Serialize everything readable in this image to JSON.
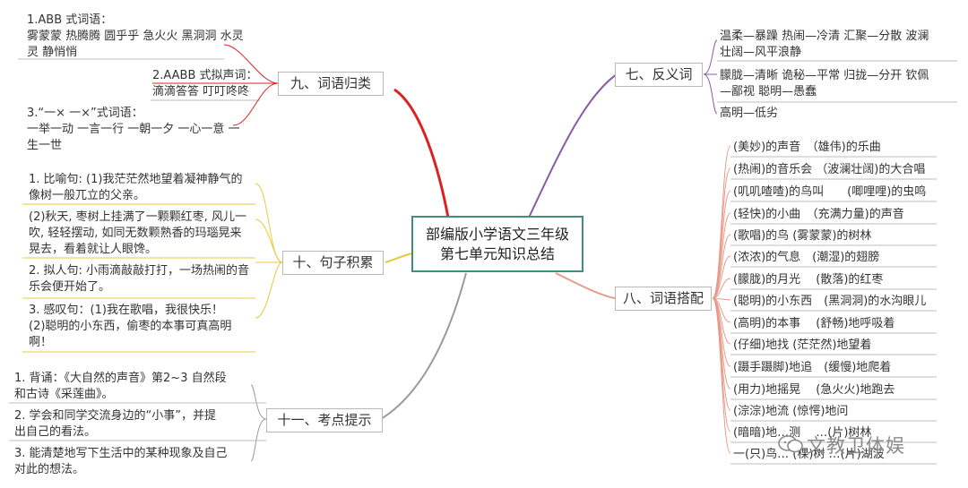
{
  "central_topic": {
    "line1": "部编版小学语文三年级",
    "line2": "第七单元知识总结"
  },
  "branches": {
    "b9": {
      "label": "九、词语归类",
      "items": [
        [
          "1.ABB 式词语：",
          "雾蒙蒙 热腾腾 圆乎乎 急火火 黑洞洞 水灵",
          "灵 静悄悄"
        ],
        [
          "2.AABB 式拟声词：",
          "滴滴答答 叮叮咚咚"
        ],
        [
          "3.“一× 一×”式词语：",
          "一举一动 一言一行 一朝一夕 一心一意 一",
          "生一世"
        ]
      ]
    },
    "b10": {
      "label": "十、句子积累",
      "items": [
        [
          "1. 比喻句: (1)我茫茫然地望着凝神静气的",
          "像树一般兀立的父亲。"
        ],
        [
          "(2)秋天, 枣树上挂满了一颗颗红枣, 风儿一",
          "吹, 轻轻摆动, 如同无数颗熟香的玛瑙晃来",
          "晃去，看着就让人眼馋。"
        ],
        [
          "2. 拟人句: 小雨滴敲敲打打，一场热闹的音",
          "乐会便开始了。"
        ],
        [
          "3. 感叹句：(1)我在歌唱，我很快乐！",
          "(2)聪明的小东西，偷枣的本事可真高明",
          "啊！"
        ]
      ]
    },
    "b11": {
      "label": "十一、考点提示",
      "items": [
        [
          "1. 背诵：《大自然的声音》第2~3 自然段",
          "和古诗《采莲曲》。"
        ],
        [
          "2. 学会和同学交流身边的“小事”，并提",
          "出自己的看法。"
        ],
        [
          "3. 能清楚地写下生活中的某种现象及自己",
          "对此的想法。"
        ]
      ]
    },
    "b7": {
      "label": "七、反义词",
      "items": [
        [
          "温柔—暴躁 热闹—冷清 汇聚—分散 波澜",
          "壮阔—风平浪静"
        ],
        [
          "朦胧—清晰 诡秘—平常 归拢—分开 钦佩",
          "—鄙视 聪明—愚蠢"
        ],
        [
          "高明—低劣"
        ]
      ]
    },
    "b8": {
      "label": "八、词语搭配",
      "items": [
        "(美妙)的声音　（雄伟)的乐曲",
        "(热闹)的音乐会 （波澜壮阔)的大合唱",
        "(叽叽喳喳)的鸟叫　　(唧哩哩)的虫鸣",
        "(轻快)的小曲　（充满力量)的声音",
        "(歌唱)的鸟 (雾蒙蒙)的树林",
        "(浓浓)的气息　(潮湿)的翅膀",
        "(朦胧)的月光　 (散落)的红枣",
        "(聪明)的小东西　(黑洞洞)的水沟眼儿",
        "(高明)的本事　 (舒畅)地呼吸着",
        "(仔细)地找 (茫茫然)地望着",
        "(蹑手蹑脚)地追　(缓慢)地爬着",
        "(用力)地摇晃　 (急火火)地跑去",
        "(淙淙)地流 (惊愕)地问",
        "(暗暗)地…测　 …(片)树林",
        "一(只)鸟… (棵)树 …(片)湖波"
      ]
    }
  },
  "watermark": "文教卫体娱",
  "colors": {
    "red": "#d92323",
    "purple": "#8a5aa8",
    "salmon": "#e89a8a",
    "yellow": "#e8c93a",
    "gray_stroke": "#bdbdbd",
    "central_border": "#3f8f7a"
  }
}
